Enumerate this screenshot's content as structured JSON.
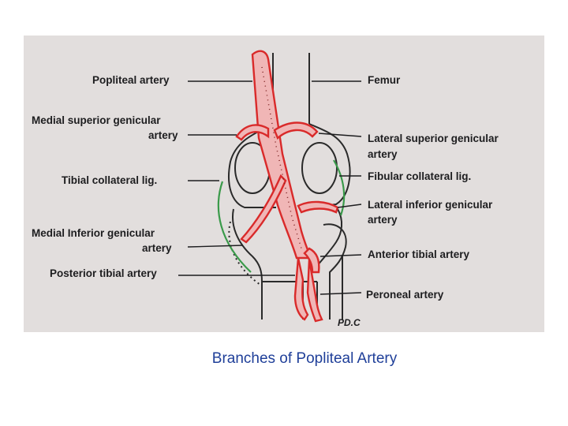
{
  "labels": {
    "popliteal_artery": "Popliteal artery",
    "femur": "Femur",
    "medial_superior_genicular_1": "Medial superior genicular",
    "medial_superior_genicular_2": "artery",
    "lateral_superior_genicular_1": "Lateral superior genicular",
    "lateral_superior_genicular_2": "artery",
    "tibial_collateral_lig": "Tibial collateral lig.",
    "fibular_collateral_lig": "Fibular collateral lig.",
    "lateral_inferior_genicular_1": "Lateral inferior genicular",
    "lateral_inferior_genicular_2": "artery",
    "medial_inferior_genicular_1": "Medial Inferior genicular",
    "medial_inferior_genicular_2": "artery",
    "anterior_tibial_artery": "Anterior tibial artery",
    "posterior_tibial_artery": "Posterior tibial artery",
    "peroneal_artery": "Peroneal artery",
    "signature": "PD.C"
  },
  "caption": "Branches of Popliteal Artery",
  "colors": {
    "artery": "#d92a2a",
    "ligament": "#3a9a4a",
    "bone_outline": "#2a2a2a",
    "panel_bg": "#e2dedd",
    "caption": "#1f3f99"
  }
}
